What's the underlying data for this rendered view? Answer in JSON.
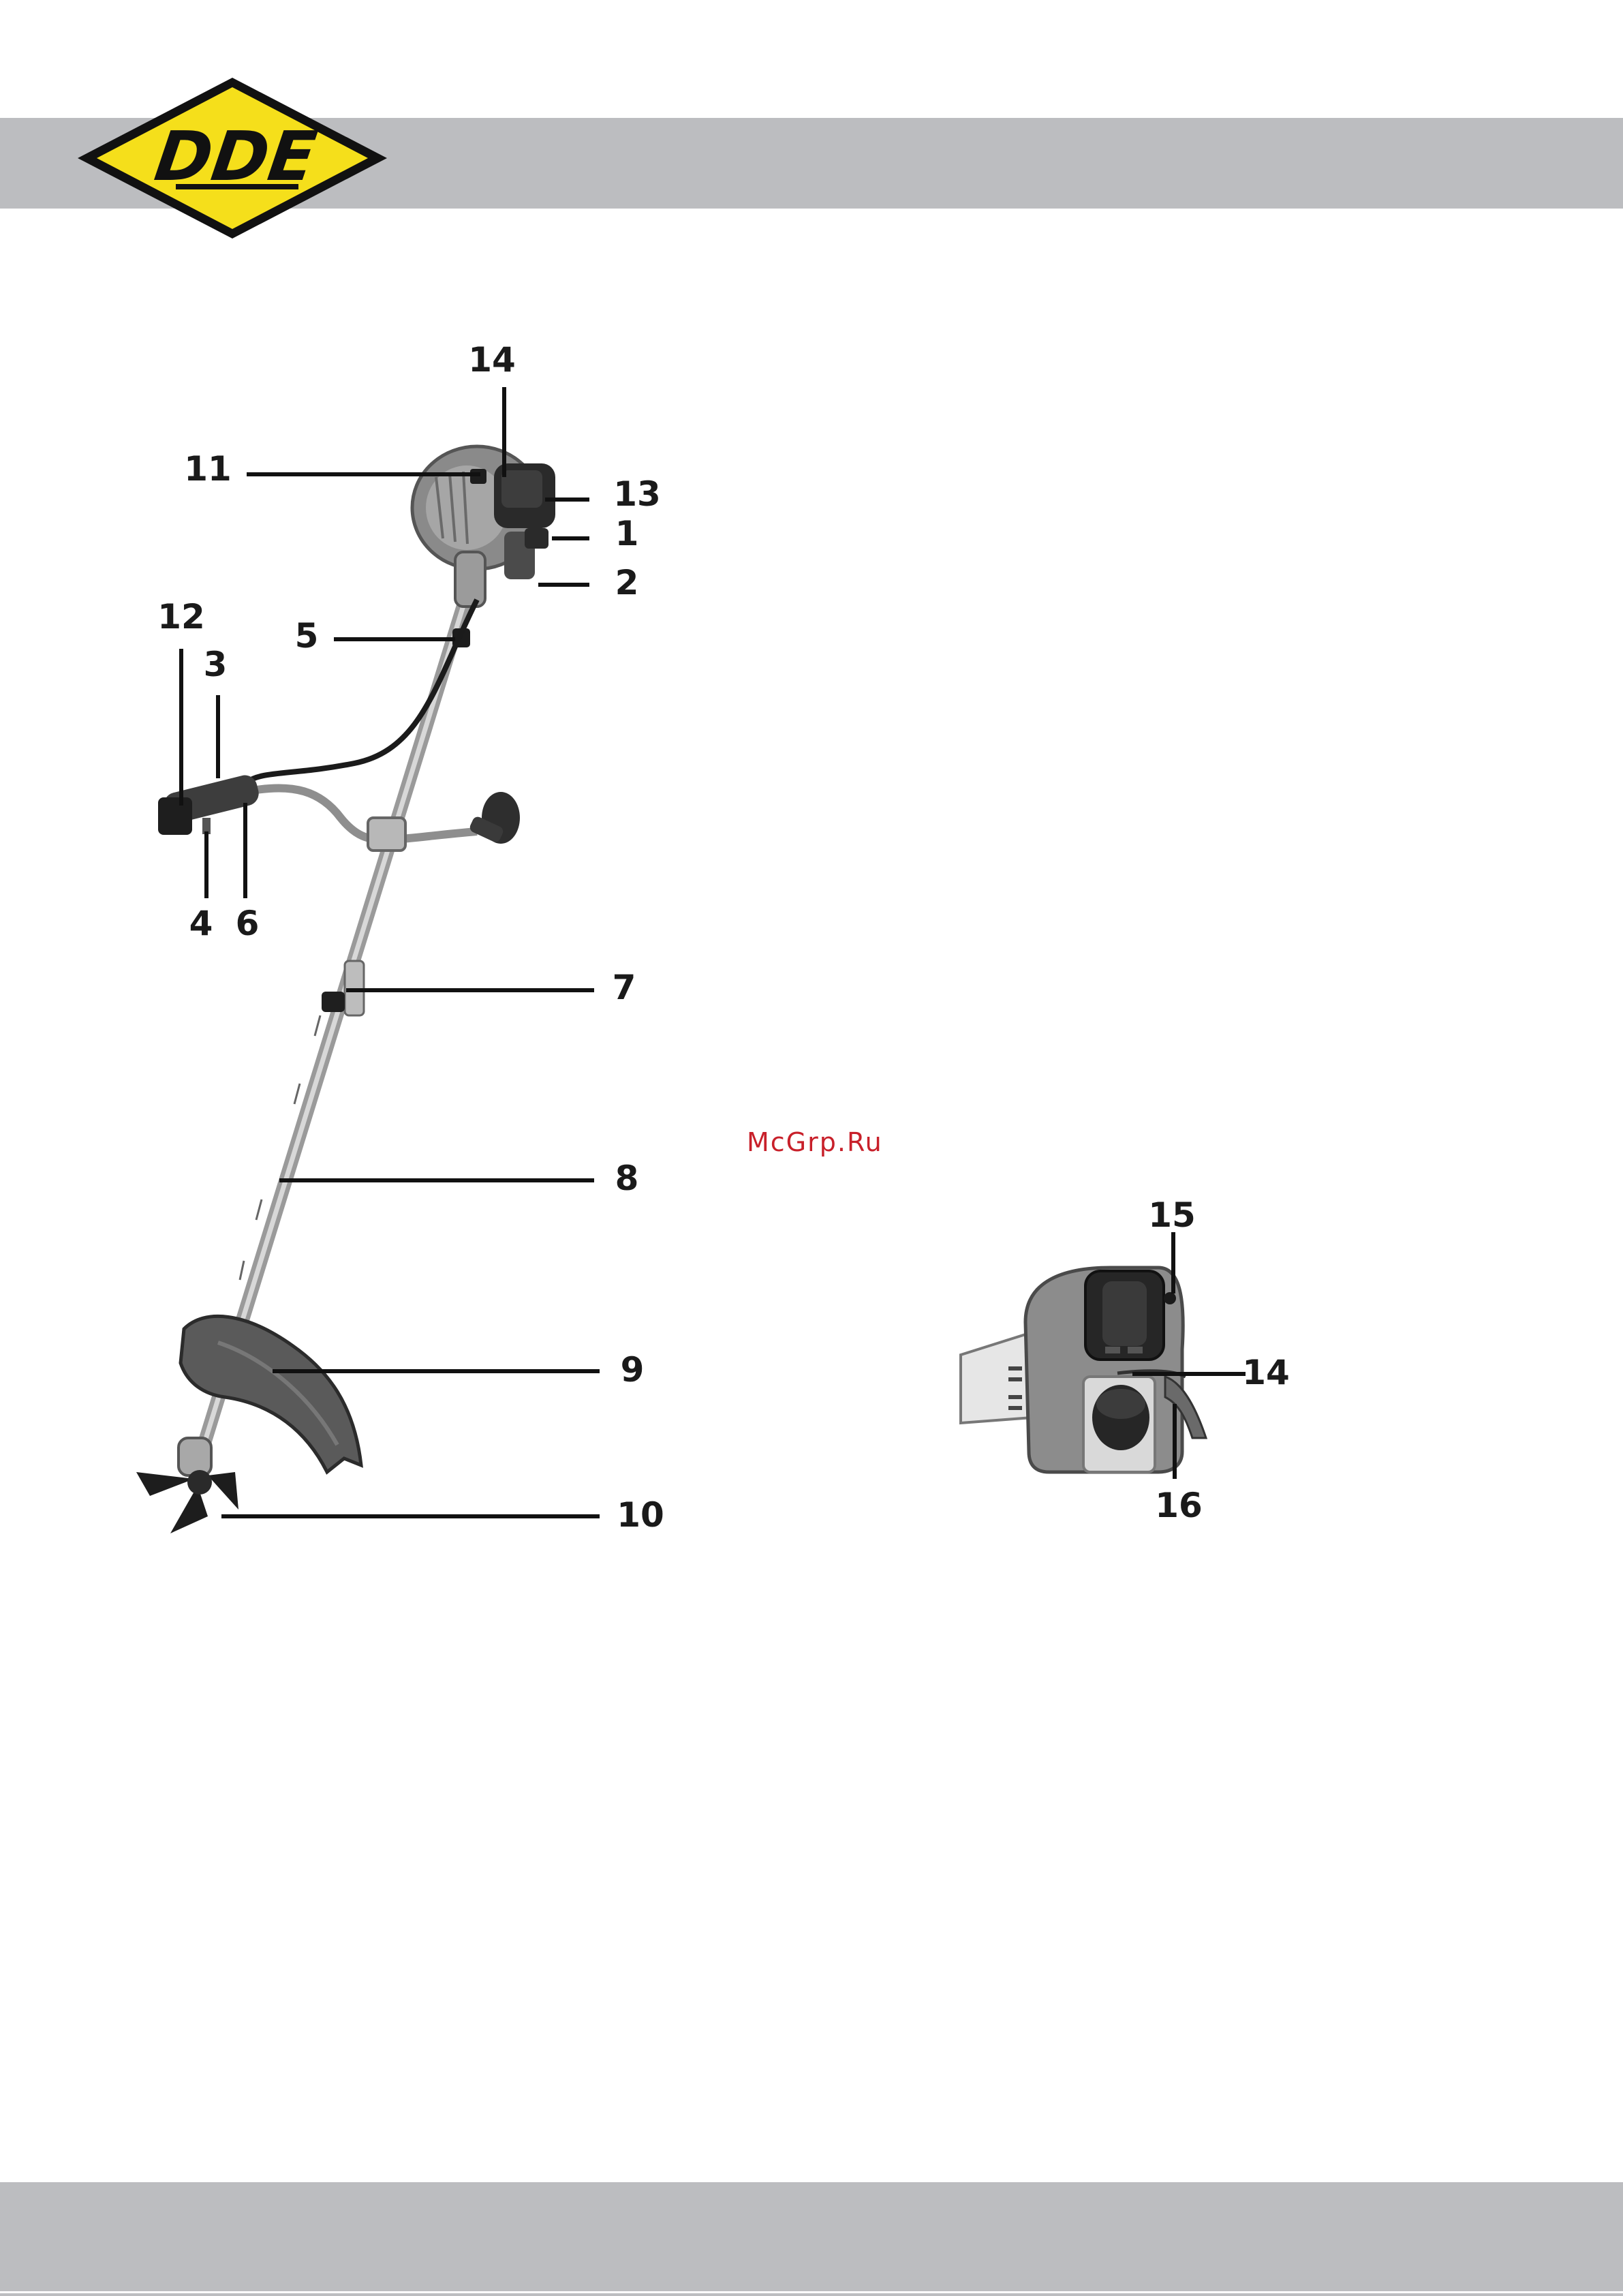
{
  "brand": {
    "logo_text": "DDE",
    "logo_color": "#f5df1b",
    "logo_outline": "#111111"
  },
  "band_color": "#bcbdc0",
  "watermark": "McGrp.Ru",
  "figure_main": {
    "callouts": [
      {
        "id": "14",
        "label": "14"
      },
      {
        "id": "11",
        "label": "11"
      },
      {
        "id": "13",
        "label": "13"
      },
      {
        "id": "1",
        "label": "1"
      },
      {
        "id": "2",
        "label": "2"
      },
      {
        "id": "5",
        "label": "5"
      },
      {
        "id": "12",
        "label": "12"
      },
      {
        "id": "3",
        "label": "3"
      },
      {
        "id": "4",
        "label": "4"
      },
      {
        "id": "6",
        "label": "6"
      },
      {
        "id": "7",
        "label": "7"
      },
      {
        "id": "8",
        "label": "8"
      },
      {
        "id": "9",
        "label": "9"
      },
      {
        "id": "10",
        "label": "10"
      }
    ]
  },
  "figure_detail": {
    "callouts": [
      {
        "id": "15",
        "label": "15"
      },
      {
        "id": "14",
        "label": "14"
      },
      {
        "id": "16",
        "label": "16"
      }
    ]
  }
}
